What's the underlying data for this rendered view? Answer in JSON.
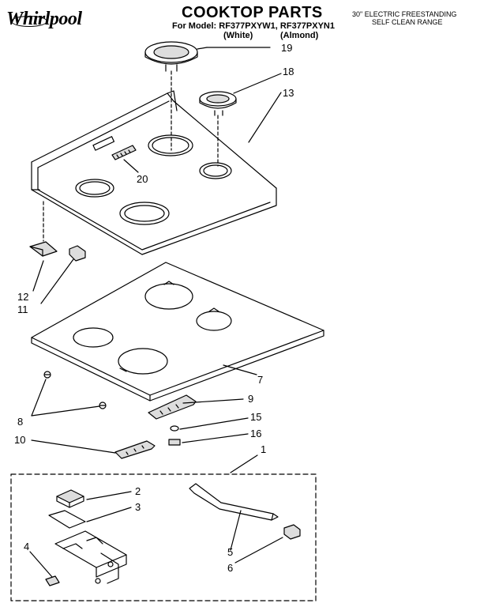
{
  "header": {
    "brand": "Whirlpool",
    "title": "COOKTOP PARTS",
    "model_line": "For Model: RF377PXYW1, RF377PXYN1",
    "color_white": "(White)",
    "color_almond": "(Almond)",
    "description_line1": "30\" ELECTRIC FREESTANDING",
    "description_line2": "SELF CLEAN RANGE"
  },
  "callouts": {
    "c1": "1",
    "c2": "2",
    "c3": "3",
    "c4": "4",
    "c5": "5",
    "c6": "6",
    "c7": "7",
    "c8": "8",
    "c9": "9",
    "c10": "10",
    "c11": "11",
    "c12": "12",
    "c13": "13",
    "c15": "15",
    "c16": "16",
    "c18": "18",
    "c19": "19",
    "c20": "20"
  }
}
